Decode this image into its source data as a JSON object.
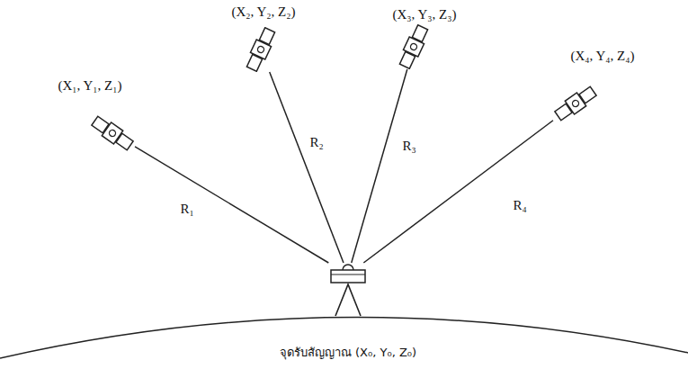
{
  "diagram": {
    "nodes": [
      {
        "text": [
          "(X₁, Y₁, Z₁)"
        ]
      },
      {
        "text": [
          "(X₂, Y₂, Z₂)"
        ]
      },
      {
        "text": [
          "(X₃, Y₃, Z₃)"
        ]
      },
      {
        "text": [
          "(X₄, Y₄, Z₄)"
        ]
      },
      {
        "text": [
          "จุดรับสัญญาณ (X₀, Y₀, Z₀)"
        ]
      }
    ],
    "edges": [
      {
        "from": 0,
        "to": 4,
        "label": "R₁",
        "arrow": "none"
      },
      {
        "from": 1,
        "to": 4,
        "label": "R₂",
        "arrow": "none"
      },
      {
        "from": 2,
        "to": 4,
        "label": "R₃",
        "arrow": "none"
      },
      {
        "from": 3,
        "to": 4,
        "label": "R₄",
        "arrow": "none"
      }
    ]
  }
}
